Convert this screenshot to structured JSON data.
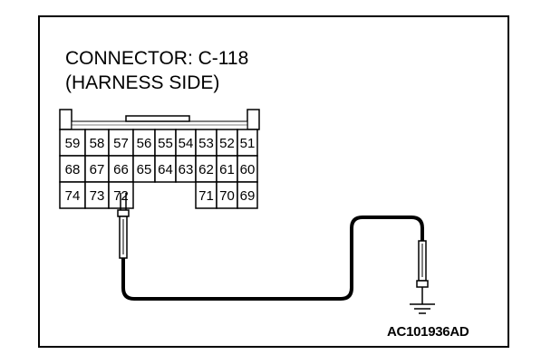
{
  "header": {
    "title_line1": "CONNECTOR: C-118",
    "title_line2": "(HARNESS SIDE)"
  },
  "figure_id": "AC101936AD",
  "connector": {
    "rows": [
      [
        "59",
        "58",
        "57",
        "56",
        "55",
        "54",
        "53",
        "52",
        "51"
      ],
      [
        "68",
        "67",
        "66",
        "65",
        "64",
        "63",
        "62",
        "61",
        "60"
      ],
      [
        "74",
        "73",
        "72",
        "",
        "",
        "",
        "71",
        "70",
        "69"
      ]
    ]
  },
  "colors": {
    "line": "#000000",
    "background": "#ffffff"
  },
  "icons": [
    "ground-symbol-icon",
    "probe-icon"
  ]
}
